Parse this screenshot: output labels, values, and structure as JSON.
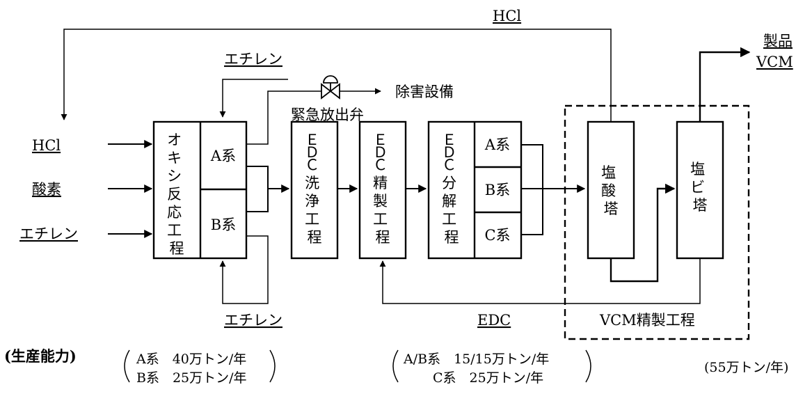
{
  "labels": {
    "hcl_top": "HCl",
    "product": "製品",
    "product_vcm": "VCM",
    "ethylene_top": "エチレン",
    "abatement": "除害設備",
    "emergency_valve": "緊急放出弁",
    "input_hcl": "HCl",
    "input_oxygen": "酸素",
    "input_ethylene": "エチレン",
    "ethylene_bottom": "エチレン",
    "edc_return": "EDC",
    "vcm_purification": "VCM精製工程"
  },
  "blocks": {
    "oxy_reaction": [
      "オ",
      "キ",
      "シ",
      "反",
      "応",
      "工",
      "程"
    ],
    "oxy_a": "A系",
    "oxy_b": "B系",
    "edc_wash": [
      "Ｅ",
      "Ｄ",
      "Ｃ",
      "洗",
      "浄",
      "工",
      "程"
    ],
    "edc_refine": [
      "Ｅ",
      "Ｄ",
      "Ｃ",
      "精",
      "製",
      "工",
      "程"
    ],
    "edc_crack": [
      "Ｅ",
      "Ｄ",
      "Ｃ",
      "分",
      "解",
      "工",
      "程"
    ],
    "crack_a": "A系",
    "crack_b": "B系",
    "crack_c": "C系",
    "hcl_tower": [
      "塩",
      "酸",
      "塔"
    ],
    "vcm_tower": [
      "塩",
      "ビ",
      "塔"
    ]
  },
  "capacity": {
    "heading": "(生産能力)",
    "oxy_line1": "A系　40万トン/年",
    "oxy_line2": "B系　25万トン/年",
    "crack_line1": "A/B系　15/15万トン/年",
    "crack_line2": "C系　25万トン/年",
    "vcm": "(55万トン/年)"
  }
}
